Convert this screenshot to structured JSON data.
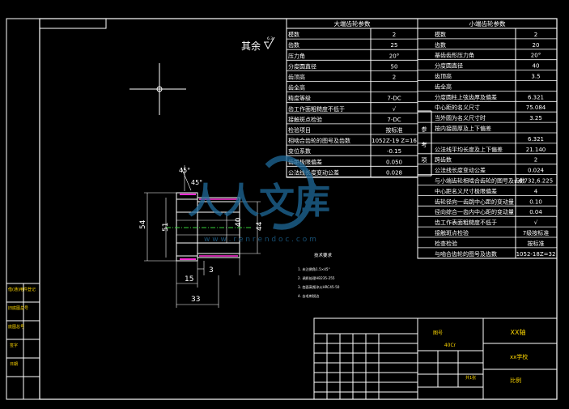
{
  "colors": {
    "background": "#000000",
    "frame": "#ffffff",
    "text": "#ffffff",
    "text_alt": "#ffd800",
    "dims": "#ffffff",
    "magenta": "#ff2bd6",
    "green": "#37d13a",
    "watermark": "#1f6a9a"
  },
  "left_table": {
    "title": "大端齿轮参数",
    "rows": [
      {
        "label": "模数",
        "value": "2"
      },
      {
        "label": "齿数",
        "value": "25"
      },
      {
        "label": "压力角",
        "value": "20°"
      },
      {
        "label": "分度圆直径",
        "value": "50"
      },
      {
        "label": "齿顶高",
        "value": "2"
      },
      {
        "label": "齿全高",
        "value": ""
      },
      {
        "label": "精度等级",
        "value": "7-DC"
      },
      {
        "label": "齿工作面粗糙度不低于",
        "value": "√"
      },
      {
        "label": "接触斑点检验",
        "value": "7-DC"
      },
      {
        "label": "检验项目",
        "value": "按标准"
      },
      {
        "label": "相啮合齿轮的图号及齿数",
        "value": "1052Z-19 Z=16"
      },
      {
        "label": "变位系数",
        "value": "-0.15"
      },
      {
        "label": "齿距极限偏差",
        "value": "0.050"
      },
      {
        "label": "公法线长度变动公差",
        "value": "0.028"
      }
    ]
  },
  "right_table": {
    "title": "小端齿轮参数",
    "side_label": "参考",
    "rows": [
      {
        "label": "模数",
        "value": "2"
      },
      {
        "label": "齿数",
        "value": "20"
      },
      {
        "label": "基齿齿形压力角",
        "value": "20°"
      },
      {
        "label": "分度圆直径",
        "value": "40"
      },
      {
        "label": "齿顶高",
        "value": "3.5"
      },
      {
        "label": "齿全高",
        "value": ""
      },
      {
        "label": "分度圆柱上弦齿厚及偏差",
        "value": "6.321"
      },
      {
        "label": "中心距的名义尺寸",
        "value": "75.084"
      },
      {
        "label": "当外圆为名义尺寸时",
        "value": "3.25"
      },
      {
        "label": "按内接圆厚及上下偏差",
        "value": ""
      },
      {
        "label": "",
        "value": "6.321"
      },
      {
        "label": "公法线平均长度及上下偏差",
        "value": "21.140"
      },
      {
        "label": "跨齿数",
        "value": "2"
      },
      {
        "label": "公法线长度变动公差",
        "value": "0.024"
      },
      {
        "label": "与小端齿轮相啮合齿轮的图号及齿数",
        "value": "6.732,6.225"
      },
      {
        "label": "中心距名义尺寸极限偏差",
        "value": "4"
      },
      {
        "label": "齿轮径向一齿跳中心距的变动量",
        "value": "0.10"
      },
      {
        "label": "径向综合一齿内中心距的变动量",
        "value": "0.04"
      },
      {
        "label": "齿工作表面粗糙度不低于",
        "value": "√"
      },
      {
        "label": "接触斑点检验",
        "value": "7级按标准"
      },
      {
        "label": "检查检验",
        "value": "按标准"
      },
      {
        "label": "与啮合齿轮的图号及齿数",
        "value": "1052-18Z=32"
      }
    ]
  },
  "drawing": {
    "roughness_note": "其余",
    "roughness_value": "6.3",
    "angle_top": "45°",
    "angle_bottom": "45°",
    "dim_54": "54",
    "dim_51": "51",
    "dim_40": "40",
    "dim_44": "44",
    "dim_3": "3",
    "dim_15": "15",
    "dim_33": "33"
  },
  "tech_req": {
    "title": "技术要求",
    "lines": [
      "1. 未注倒角1.5×45°",
      "2. 调质处理HB235-255",
      "3. 齿面高频淬火HRC45-50",
      "4. 去毛刺锐边"
    ]
  },
  "left_strip": [
    "借(通)用件登记",
    "旧底图总号",
    "底图总号",
    "签字",
    "日期"
  ],
  "title_block": {
    "part_name": "XX轴",
    "material": "40Cr",
    "scale_label": "比例",
    "company": "xx学校",
    "drawing_no": "图号",
    "sheet": "共1张"
  },
  "watermark": {
    "logo_text": "人人文库",
    "url": "w w w . r e n r e n d o c . c o m"
  }
}
